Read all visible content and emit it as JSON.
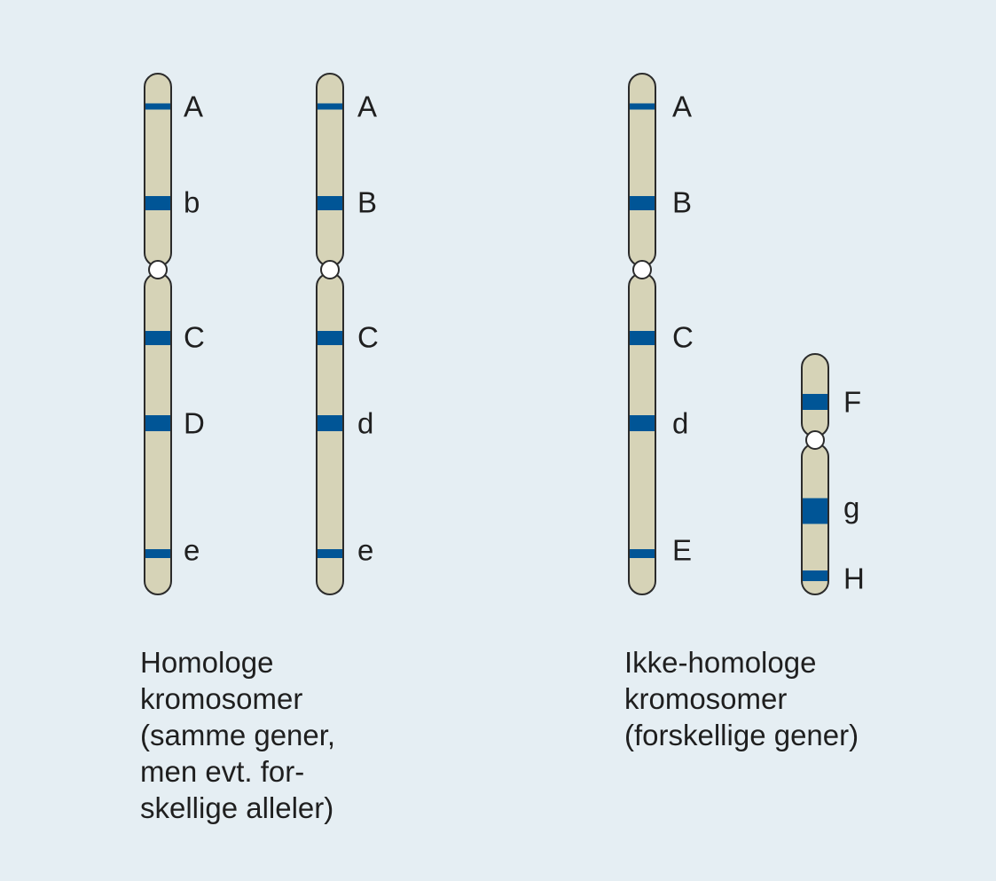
{
  "colors": {
    "background": "#e5eef3",
    "chromosome_fill": "#d6d3b7",
    "chromosome_outline": "#2b2b2b",
    "band": "#005596",
    "centromere": "#ffffff"
  },
  "chromosomes": [
    {
      "id": "homolog-1",
      "genes": [
        "A",
        "b",
        "C",
        "D",
        "e"
      ]
    },
    {
      "id": "homolog-2",
      "genes": [
        "A",
        "B",
        "C",
        "d",
        "e"
      ]
    },
    {
      "id": "nonhomolog-1",
      "genes": [
        "A",
        "B",
        "C",
        "d",
        "E"
      ]
    },
    {
      "id": "nonhomolog-2",
      "genes": [
        "F",
        "g",
        "H"
      ]
    }
  ],
  "captions": {
    "homologous": [
      "Homologe",
      "kromosomer",
      "(samme gener,",
      "men evt. for-",
      "skellige alleler)"
    ],
    "nonhomologous": [
      "Ikke-homologe",
      "kromosomer",
      "(forskellige gener)"
    ]
  }
}
